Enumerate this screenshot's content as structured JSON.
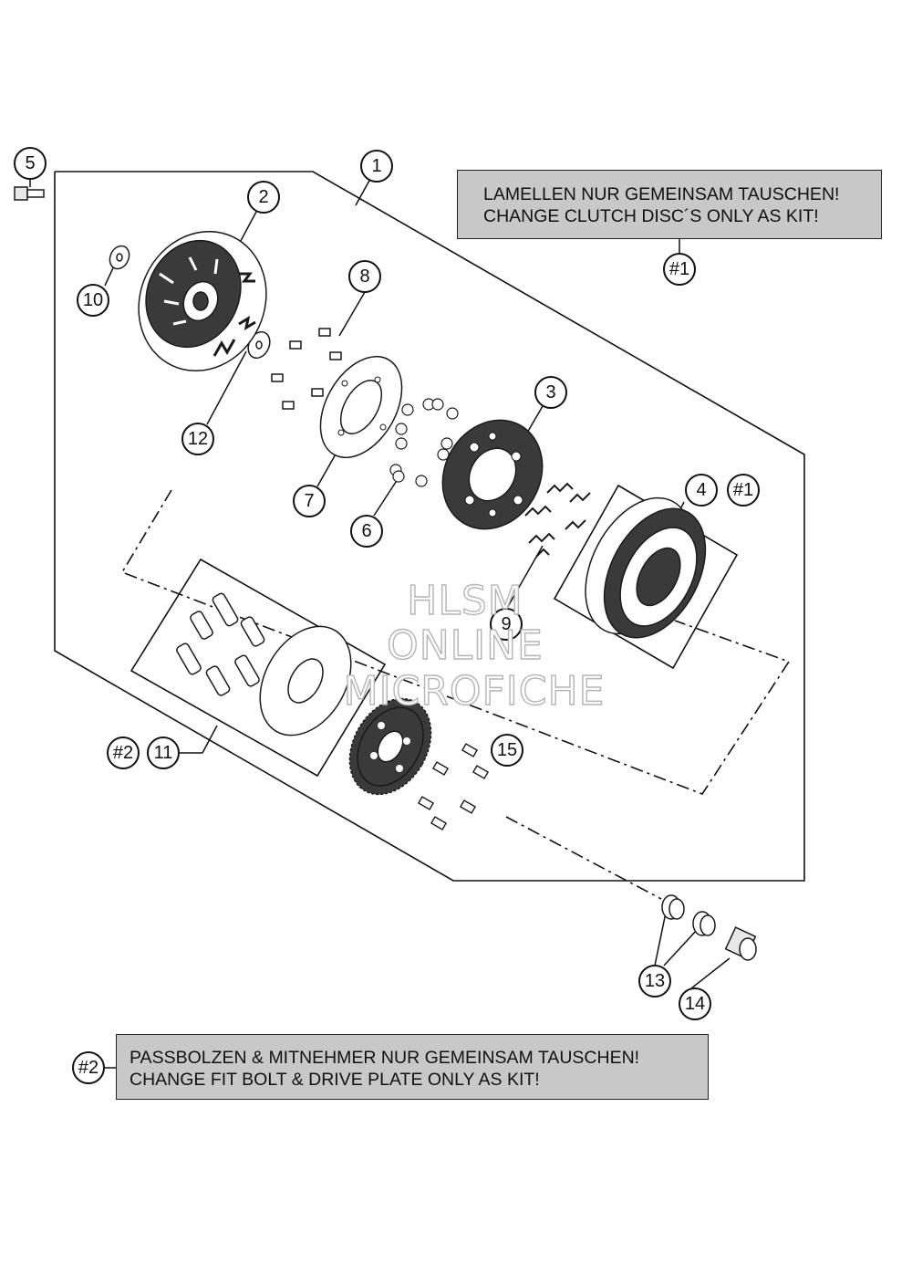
{
  "callouts": {
    "c1": "1",
    "c2": "2",
    "c3": "3",
    "c4": "4",
    "c5": "5",
    "c6": "6",
    "c7": "7",
    "c8": "8",
    "c9": "9",
    "c10": "10",
    "c11": "11",
    "c12": "12",
    "c13": "13",
    "c14": "14",
    "c15": "15",
    "kit1_a": "#1",
    "kit1_b": "#1",
    "kit2_a": "#2",
    "kit2_b": "#2"
  },
  "notes": {
    "clutch_discs": {
      "line1": "LAMELLEN NUR GEMEINSAM TAUSCHEN!",
      "line2": "CHANGE CLUTCH DISC´S ONLY AS KIT!"
    },
    "fit_bolt": {
      "line1": "PASSBOLZEN & MITNEHMER NUR GEMEINSAM TAUSCHEN!",
      "line2": "CHANGE FIT BOLT & DRIVE PLATE ONLY AS KIT!"
    }
  },
  "watermark": {
    "line1": "HLSM",
    "line2": "ONLINE",
    "line3": "MICROFICHE"
  },
  "colors": {
    "note_fill": "#c8c8c8",
    "line": "#111111",
    "part_fill": "#3a3a3a",
    "watermark_outline": "#b5b5b5"
  }
}
